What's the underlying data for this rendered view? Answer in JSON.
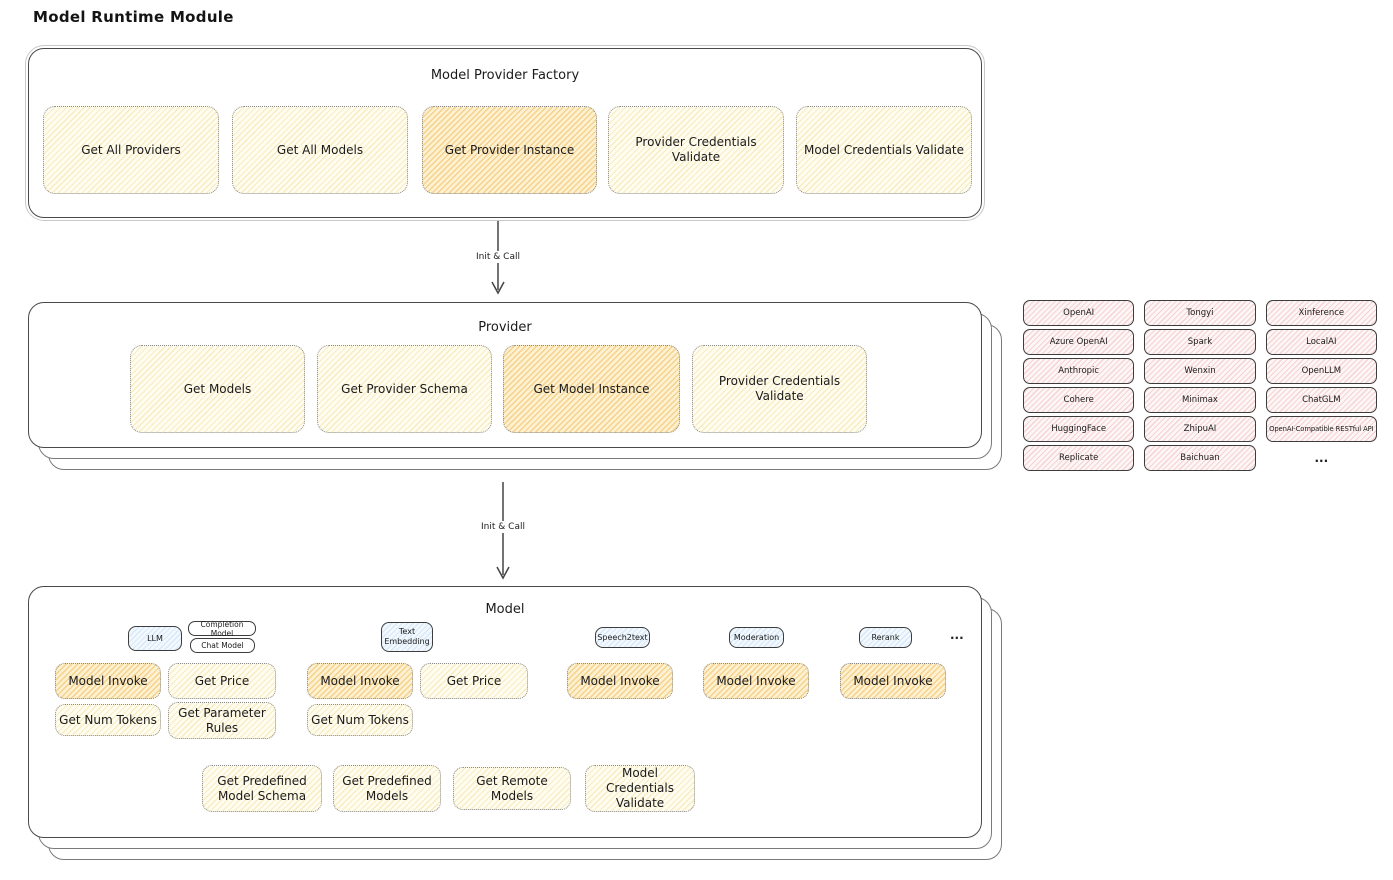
{
  "title": "Model Runtime Module",
  "arrow_label": "Init & Call",
  "colors": {
    "yellow_fill": "#fbf3d2",
    "orange_highlight_fill": "#f5d18c",
    "blue_tag_fill": "#dbeafe",
    "pink_chip_fill": "#f6d2d2",
    "box_border": "#4a4a4a"
  },
  "factory": {
    "title": "Model Provider Factory",
    "buttons": [
      {
        "label": "Get All Providers",
        "highlighted": false
      },
      {
        "label": "Get All Models",
        "highlighted": false
      },
      {
        "label": "Get Provider Instance",
        "highlighted": true
      },
      {
        "label": "Provider Credentials Validate",
        "highlighted": false
      },
      {
        "label": "Model Credentials Validate",
        "highlighted": false
      }
    ]
  },
  "provider": {
    "title": "Provider",
    "buttons": [
      {
        "label": "Get Models",
        "highlighted": false
      },
      {
        "label": "Get Provider Schema",
        "highlighted": false
      },
      {
        "label": "Get Model Instance",
        "highlighted": true
      },
      {
        "label": "Provider Credentials Validate",
        "highlighted": false
      }
    ]
  },
  "providers_list": {
    "items": [
      "OpenAI",
      "Tongyi",
      "Xinference",
      "Azure OpenAI",
      "Spark",
      "LocalAI",
      "Anthropic",
      "Wenxin",
      "OpenLLM",
      "Cohere",
      "Minimax",
      "ChatGLM",
      "HuggingFace",
      "ZhipuAI",
      "OpenAI-Compatible RESTful API",
      "Replicate",
      "Baichuan"
    ],
    "more": "..."
  },
  "model": {
    "title": "Model",
    "tags": {
      "llm": "LLM",
      "completion": "Completion Model",
      "chat": "Chat Model",
      "text_embedding": "Text Embedding",
      "speech2text": "Speech2text",
      "moderation": "Moderation",
      "rerank": "Rerank",
      "more": "..."
    },
    "ops": {
      "model_invoke": "Model Invoke",
      "get_price": "Get Price",
      "get_num_tokens": "Get Num Tokens",
      "get_parameter_rules": "Get Parameter Rules"
    },
    "bottom_ops": [
      "Get Predefined Model Schema",
      "Get Predefined Models",
      "Get Remote Models",
      "Model Credentials Validate"
    ]
  }
}
